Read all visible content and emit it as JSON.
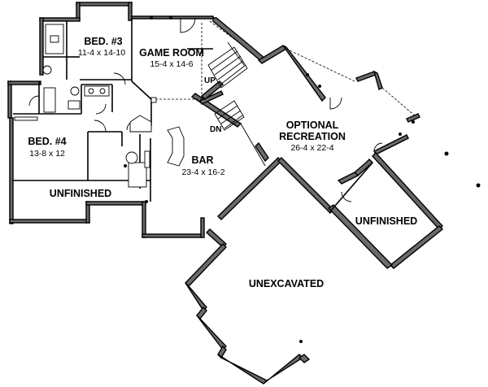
{
  "rooms": {
    "bed3": {
      "name": "BED. #3",
      "dims": "11-4 x 14-10"
    },
    "game_room": {
      "name": "GAME ROOM",
      "dims": "15-4 x 14-6"
    },
    "bed4": {
      "name": "BED. #4",
      "dims": "13-8 x 12"
    },
    "bar": {
      "name": "BAR",
      "dims": "23-4 x 16-2"
    },
    "optional_recreation": {
      "name_line1": "OPTIONAL",
      "name_line2": "RECREATION",
      "dims": "26-4 x 22-4"
    },
    "unfinished_left": {
      "name": "UNFINISHED"
    },
    "unfinished_right": {
      "name": "UNFINISHED"
    },
    "unexcavated": {
      "name": "UNEXCAVATED"
    }
  },
  "stairs": {
    "up_label": "UP",
    "down_label": "DN"
  }
}
